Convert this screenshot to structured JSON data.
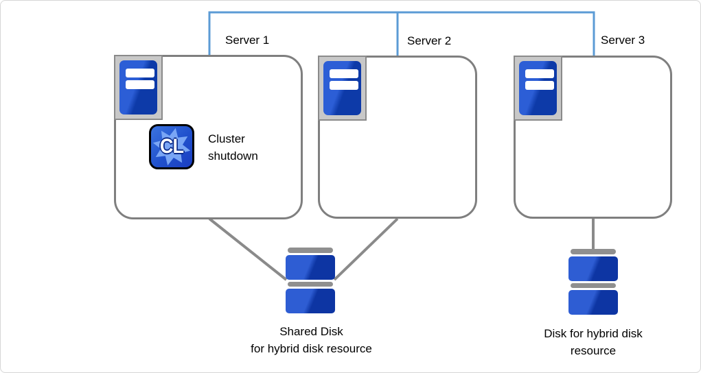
{
  "colors": {
    "interconnect_blue": "#5b9bd5",
    "box_border_gray": "#7f7f7f",
    "line_gray": "#8a8a8a",
    "server_blue_light": "#2c5ed6",
    "server_blue_dark": "#0d3aa8",
    "disk_blue_light": "#2e5dd3",
    "disk_blue_dark": "#0d35a3",
    "disk_cap_gray": "#8f8f8f",
    "cl_star_blue": "#7aa6f5"
  },
  "servers": [
    {
      "label": "Server 1"
    },
    {
      "label": "Server 2"
    },
    {
      "label": "Server 3"
    }
  ],
  "cluster_action": {
    "icon": "expresscluster-cl-icon",
    "badge_text": "CL",
    "label": "Cluster shutdown"
  },
  "shared_disk": {
    "icon": "shared-disk-icon",
    "label_line1": "Shared Disk",
    "label_line2": "for hybrid disk resource"
  },
  "server3_disk": {
    "icon": "disk-icon",
    "label_line1": "Disk for hybrid disk",
    "label_line2": "resource"
  }
}
